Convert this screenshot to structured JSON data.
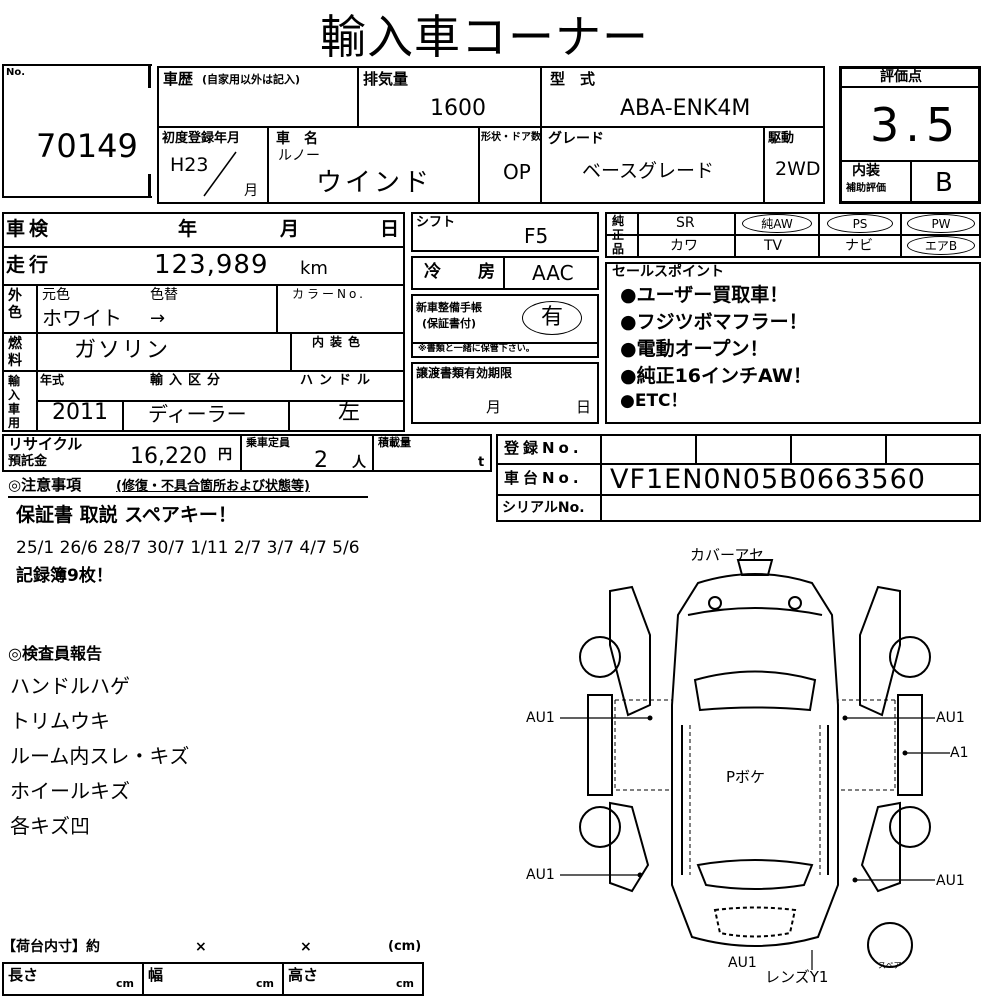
{
  "title": "輸入車コーナー",
  "lot": {
    "no_label": "No.",
    "number": "70149"
  },
  "history": {
    "label": "車歴",
    "note": "(自家用以外は記入)",
    "value": ""
  },
  "displacement": {
    "label": "排気量",
    "value": "1600"
  },
  "model": {
    "label": "型　式",
    "value": "ABA-ENK4M"
  },
  "first_reg": {
    "label": "初度登録年月",
    "era": "H23",
    "month_label": "月"
  },
  "car_name": {
    "label": "車　名",
    "maker": "ルノー",
    "name": "ウインド"
  },
  "doors": {
    "label": "形状・ドア数",
    "value": "OP"
  },
  "grade": {
    "label": "グレード",
    "value": "ベースグレード"
  },
  "drive": {
    "label": "駆動",
    "value": "2WD"
  },
  "score": {
    "label": "評価点",
    "value": "3.5",
    "interior_label": "内装",
    "interior_sub": "補助評価",
    "interior_value": "B"
  },
  "inspection": {
    "label": "車検",
    "year": "年",
    "month": "月",
    "day": "日"
  },
  "shift": {
    "label": "シフト",
    "value": "F5"
  },
  "mileage": {
    "label": "走行",
    "value": "123,989",
    "unit": "km"
  },
  "ac": {
    "label": "冷　房",
    "value": "AAC"
  },
  "color": {
    "side": "外色",
    "original_label": "元色",
    "change_label": "色替",
    "original": "ホワイト",
    "arrow": "→",
    "color_no_label": "カラーNo.",
    "color_no": ""
  },
  "fuel": {
    "side": "燃料",
    "value": "ガソリン",
    "interior_color_label": "内装色",
    "interior_color": ""
  },
  "maintenance": {
    "label": "新車整備手帳",
    "sub": "(保証書付)",
    "value": "有",
    "note": "※書類と一緒に保管下さい。"
  },
  "import": {
    "side": "輸入車用",
    "year_label": "年式",
    "year": "2011",
    "type_label": "輸入区分",
    "type": "ディーラー",
    "handle_label": "ハンドル",
    "handle": "左"
  },
  "transfer": {
    "label": "譲渡書類有効期限",
    "month": "月",
    "day": "日"
  },
  "equipment": {
    "side": "純正品",
    "row1": [
      "SR",
      "純AW",
      "PS",
      "PW"
    ],
    "row2": [
      "カワ",
      "TV",
      "ナビ",
      "エアB"
    ]
  },
  "sales_points": {
    "label": "セールスポイント",
    "items": [
      "●ユーザー買取車！",
      "●フジツボマフラー！",
      "●電動オープン！",
      "●純正16インチAW！",
      "●ETC！"
    ]
  },
  "recycle": {
    "label1": "リサイクル",
    "label2": "預託金",
    "value": "16,220",
    "unit": "円"
  },
  "capacity": {
    "label": "乗車定員",
    "value": "2",
    "unit": "人"
  },
  "load": {
    "label": "積載量",
    "unit": "t"
  },
  "registration": {
    "label": "登録No.",
    "value": ""
  },
  "chassis": {
    "label": "車台No.",
    "value": "VF1EN0N05B0663560"
  },
  "serial": {
    "label": "シリアルNo.",
    "value": ""
  },
  "notes": {
    "label": "◎注意事項",
    "sub": "(修復・不具合箇所および状態等)",
    "lines": [
      "保証書 取説 スペアキー！",
      "25/1 26/6 28/7 30/7 1/11 2/7 3/7 4/7 5/6",
      "記録簿9枚！"
    ]
  },
  "inspector": {
    "label": "◎検査員報告",
    "lines": [
      "ハンドルハゲ",
      "トリムウキ",
      "ルーム内スレ・キズ",
      "ホイールキズ",
      "各キズ凹"
    ]
  },
  "cargo": {
    "label": "【荷台内寸】約",
    "x": "×",
    "unit": "(cm)",
    "length": "長さ",
    "width": "幅",
    "height": "高さ",
    "cm": "cm"
  },
  "diagram": {
    "top": "カバーアセ",
    "left_front": "AU1",
    "right_front": "AU1",
    "right_mid": "A1",
    "center": "Pボケ",
    "left_rear": "AU1",
    "right_rear": "AU1",
    "bottom_au": "AU1",
    "bottom_lens": "レンズY1",
    "spare": "スペア"
  }
}
